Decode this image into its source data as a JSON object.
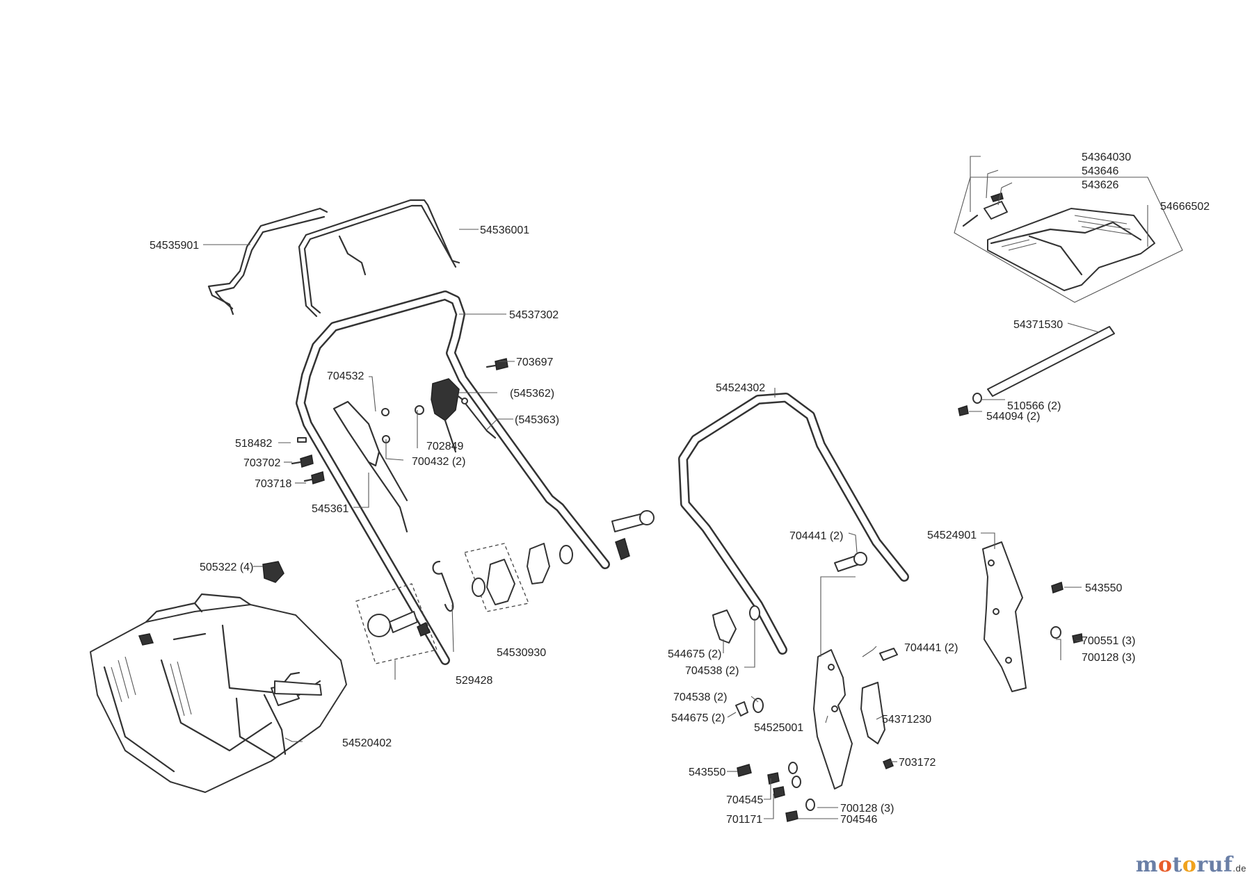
{
  "labels": {
    "l_54535901": "54535901",
    "l_54536001": "54536001",
    "l_54537302": "54537302",
    "l_703697": "703697",
    "l_704532": "704532",
    "l_545362": "(545362)",
    "l_545363": "(545363)",
    "l_518482": "518482",
    "l_702849": "702849",
    "l_703702": "703702",
    "l_700432": "700432 (2)",
    "l_703718": "703718",
    "l_545361": "545361",
    "l_505322": "505322 (4)",
    "l_54530930": "54530930",
    "l_529428": "529428",
    "l_54520402": "54520402",
    "l_54364030": "54364030",
    "l_543646": "543646",
    "l_543626": "543626",
    "l_54666502": "54666502",
    "l_54371530": "54371530",
    "l_510566": "510566 (2)",
    "l_544094": "544094 (2)",
    "l_54524302": "54524302",
    "l_704441a": "704441 (2)",
    "l_54524901": "54524901",
    "l_543550a": "543550",
    "l_700551": "700551 (3)",
    "l_700128a": "700128 (3)",
    "l_544675a": "544675 (2)",
    "l_704538a": "704538 (2)",
    "l_704441b": "704441 (2)",
    "l_704538b": "704538 (2)",
    "l_544675b": "544675 (2)",
    "l_54525001": "54525001",
    "l_54371230": "54371230",
    "l_543550b": "543550",
    "l_703172": "703172",
    "l_704545": "704545",
    "l_700128b": "700128 (3)",
    "l_701171": "701171",
    "l_704546": "704546"
  },
  "watermark": {
    "m": "m",
    "o1": "o",
    "t": "t",
    "o2": "o",
    "ruf": "ruf",
    "tld": ".de"
  }
}
